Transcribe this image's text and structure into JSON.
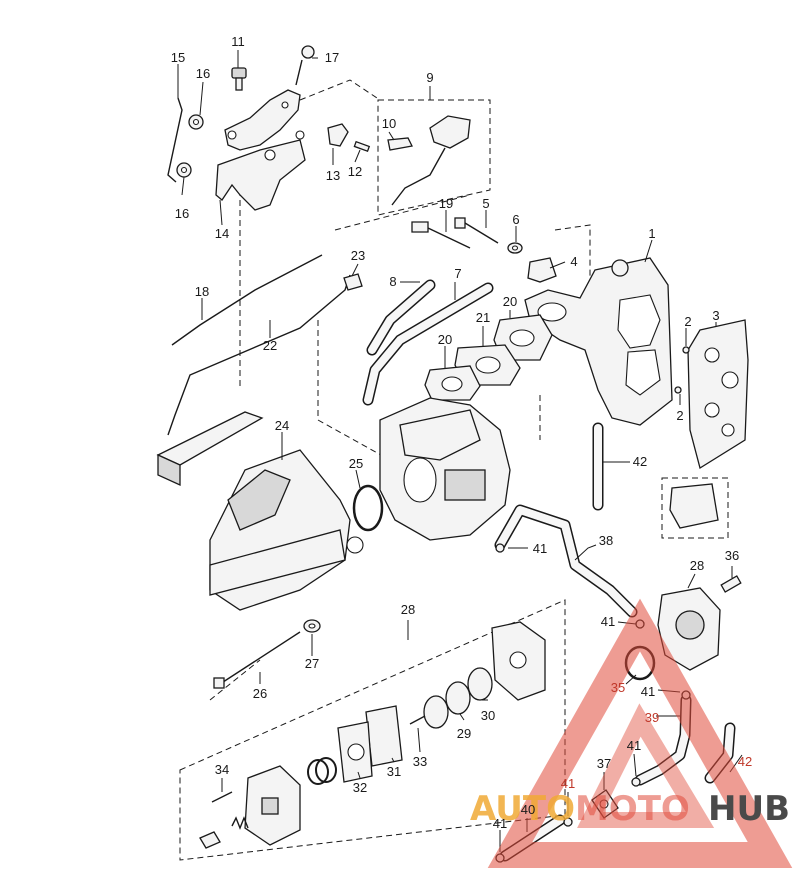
{
  "callouts": [
    {
      "id": "c1",
      "text": "1"
    },
    {
      "id": "c2a",
      "text": "2"
    },
    {
      "id": "c2b",
      "text": "2"
    },
    {
      "id": "c3",
      "text": "3"
    },
    {
      "id": "c4",
      "text": "4"
    },
    {
      "id": "c5",
      "text": "5"
    },
    {
      "id": "c6",
      "text": "6"
    },
    {
      "id": "c7",
      "text": "7"
    },
    {
      "id": "c8",
      "text": "8"
    },
    {
      "id": "c9",
      "text": "9"
    },
    {
      "id": "c10",
      "text": "10"
    },
    {
      "id": "c11",
      "text": "11"
    },
    {
      "id": "c12",
      "text": "12"
    },
    {
      "id": "c13",
      "text": "13"
    },
    {
      "id": "c14",
      "text": "14"
    },
    {
      "id": "c15",
      "text": "15"
    },
    {
      "id": "c16a",
      "text": "16"
    },
    {
      "id": "c16b",
      "text": "16"
    },
    {
      "id": "c17",
      "text": "17"
    },
    {
      "id": "c18",
      "text": "18"
    },
    {
      "id": "c19",
      "text": "19"
    },
    {
      "id": "c20a",
      "text": "20"
    },
    {
      "id": "c20b",
      "text": "20"
    },
    {
      "id": "c21",
      "text": "21"
    },
    {
      "id": "c22",
      "text": "22"
    },
    {
      "id": "c23",
      "text": "23"
    },
    {
      "id": "c24",
      "text": "24"
    },
    {
      "id": "c25",
      "text": "25"
    },
    {
      "id": "c26",
      "text": "26"
    },
    {
      "id": "c27",
      "text": "27"
    },
    {
      "id": "c28a",
      "text": "28"
    },
    {
      "id": "c28b",
      "text": "28"
    },
    {
      "id": "c29",
      "text": "29"
    },
    {
      "id": "c30",
      "text": "30"
    },
    {
      "id": "c31",
      "text": "31"
    },
    {
      "id": "c32",
      "text": "32"
    },
    {
      "id": "c33",
      "text": "33"
    },
    {
      "id": "c34",
      "text": "34"
    },
    {
      "id": "c35",
      "text": "35"
    },
    {
      "id": "c36",
      "text": "36"
    },
    {
      "id": "c37",
      "text": "37"
    },
    {
      "id": "c38",
      "text": "38"
    },
    {
      "id": "c39",
      "text": "39"
    },
    {
      "id": "c40",
      "text": "40"
    },
    {
      "id": "c41a",
      "text": "41"
    },
    {
      "id": "c41b",
      "text": "41"
    },
    {
      "id": "c41c",
      "text": "41"
    },
    {
      "id": "c41d",
      "text": "41"
    },
    {
      "id": "c41e",
      "text": "41"
    },
    {
      "id": "c41f",
      "text": "41"
    },
    {
      "id": "c42a",
      "text": "42"
    },
    {
      "id": "c42b",
      "text": "42"
    }
  ],
  "watermark": {
    "word_auto": "AUTO",
    "word_moto": "MOTO",
    "word_hub": "HUB",
    "colors": {
      "orange": "#f0a935",
      "red": "#e04b3a",
      "gray": "#4a4a4a"
    }
  }
}
